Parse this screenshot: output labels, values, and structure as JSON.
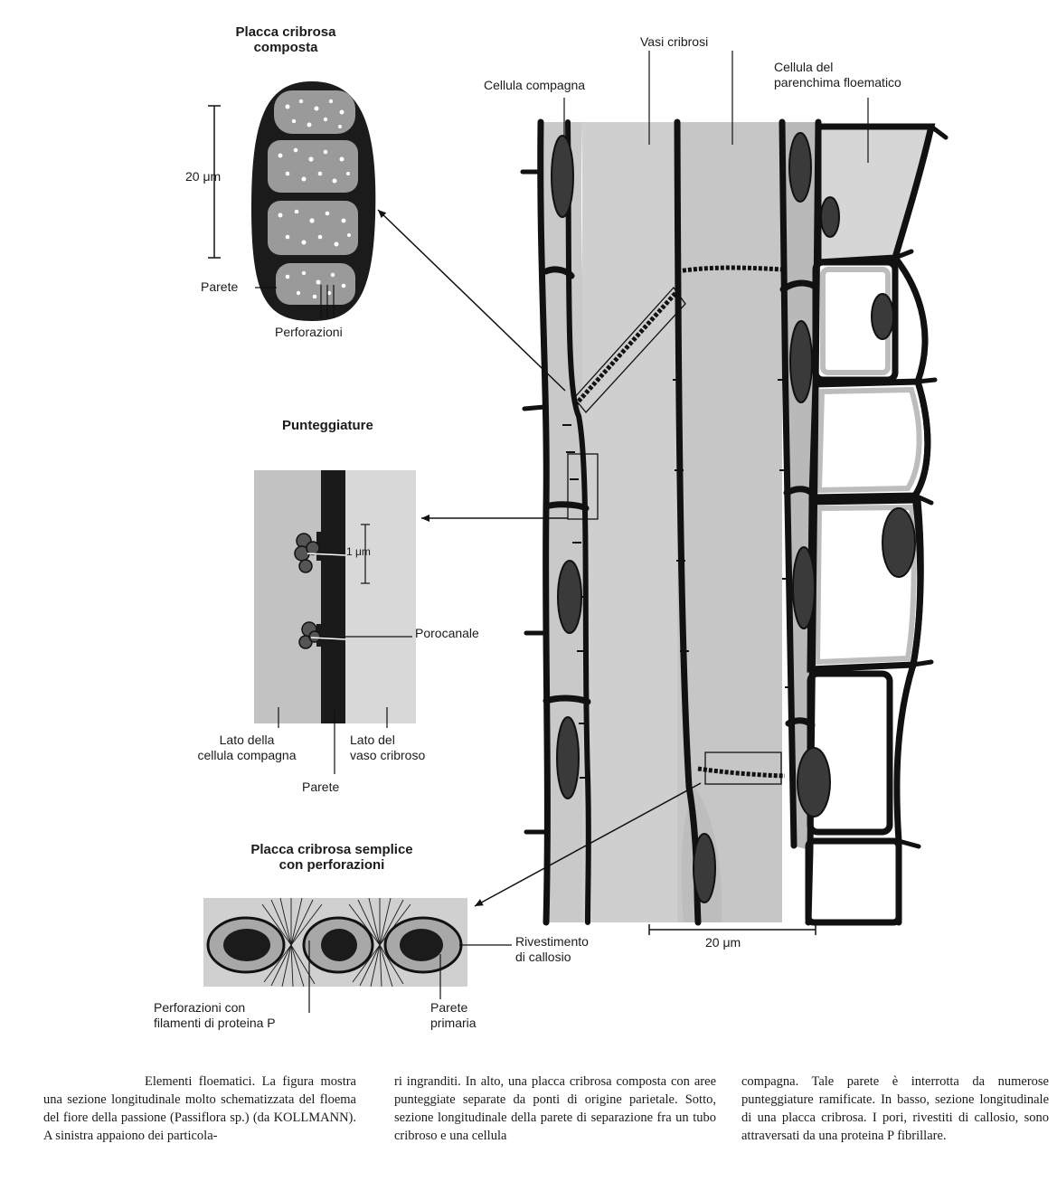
{
  "colors": {
    "ink": "#111111",
    "tissue_gray": "#c9c9c9",
    "plate_fill": "#9a9a9a",
    "nucleus": "#3a3a3a",
    "callose": "#a8a8a8",
    "paper": "#ffffff"
  },
  "labels": {
    "compound_plate_title": "Placca cribrosa\ncomposta",
    "scale_20um_top": "20 μm",
    "wall": "Parete",
    "perforations": "Perforazioni",
    "pits_title": "Punteggiature",
    "pit_scale": "1 μm",
    "plasmodesma": "Porocanale",
    "companion_side": "Lato della\ncellula compagna",
    "sieve_side": "Lato del\nvaso cribroso",
    "wall_bottom": "Parete",
    "simple_plate_title": "Placca cribrosa semplice\ncon perforazioni",
    "callose_lining": "Rivestimento\ndi callosio",
    "perforations_p_protein": "Perforazioni con\nfilamenti di proteina P",
    "primary_wall": "Parete\nprimaria",
    "companion_cell": "Cellula compagna",
    "sieve_tubes": "Vasi cribrosi",
    "phloem_parenchyma": "Cellula del\nparenchima floematico",
    "scale_20um_main": "20 μm"
  },
  "caption": {
    "col1": "Elementi floematici. La figura mostra una sezione longitudinale molto schematizzata del floema del fiore della passione (Passiflora sp.) (da KOLLMANN). A sinistra appaiono dei particola-",
    "col2": "ri ingranditi. In alto, una placca cribrosa composta con aree punteggiate separate da ponti di origine parietale. Sotto, sezione longitudinale della parete di separazione fra un tubo cribroso e una cellula",
    "col3": "compagna. Tale parete è interrotta da numerose punteggiature ramificate. In basso, sezione longitudinale di una placca cribrosa. I pori, rivestiti di callosio, sono attraversati da una proteina P fibrillare."
  }
}
